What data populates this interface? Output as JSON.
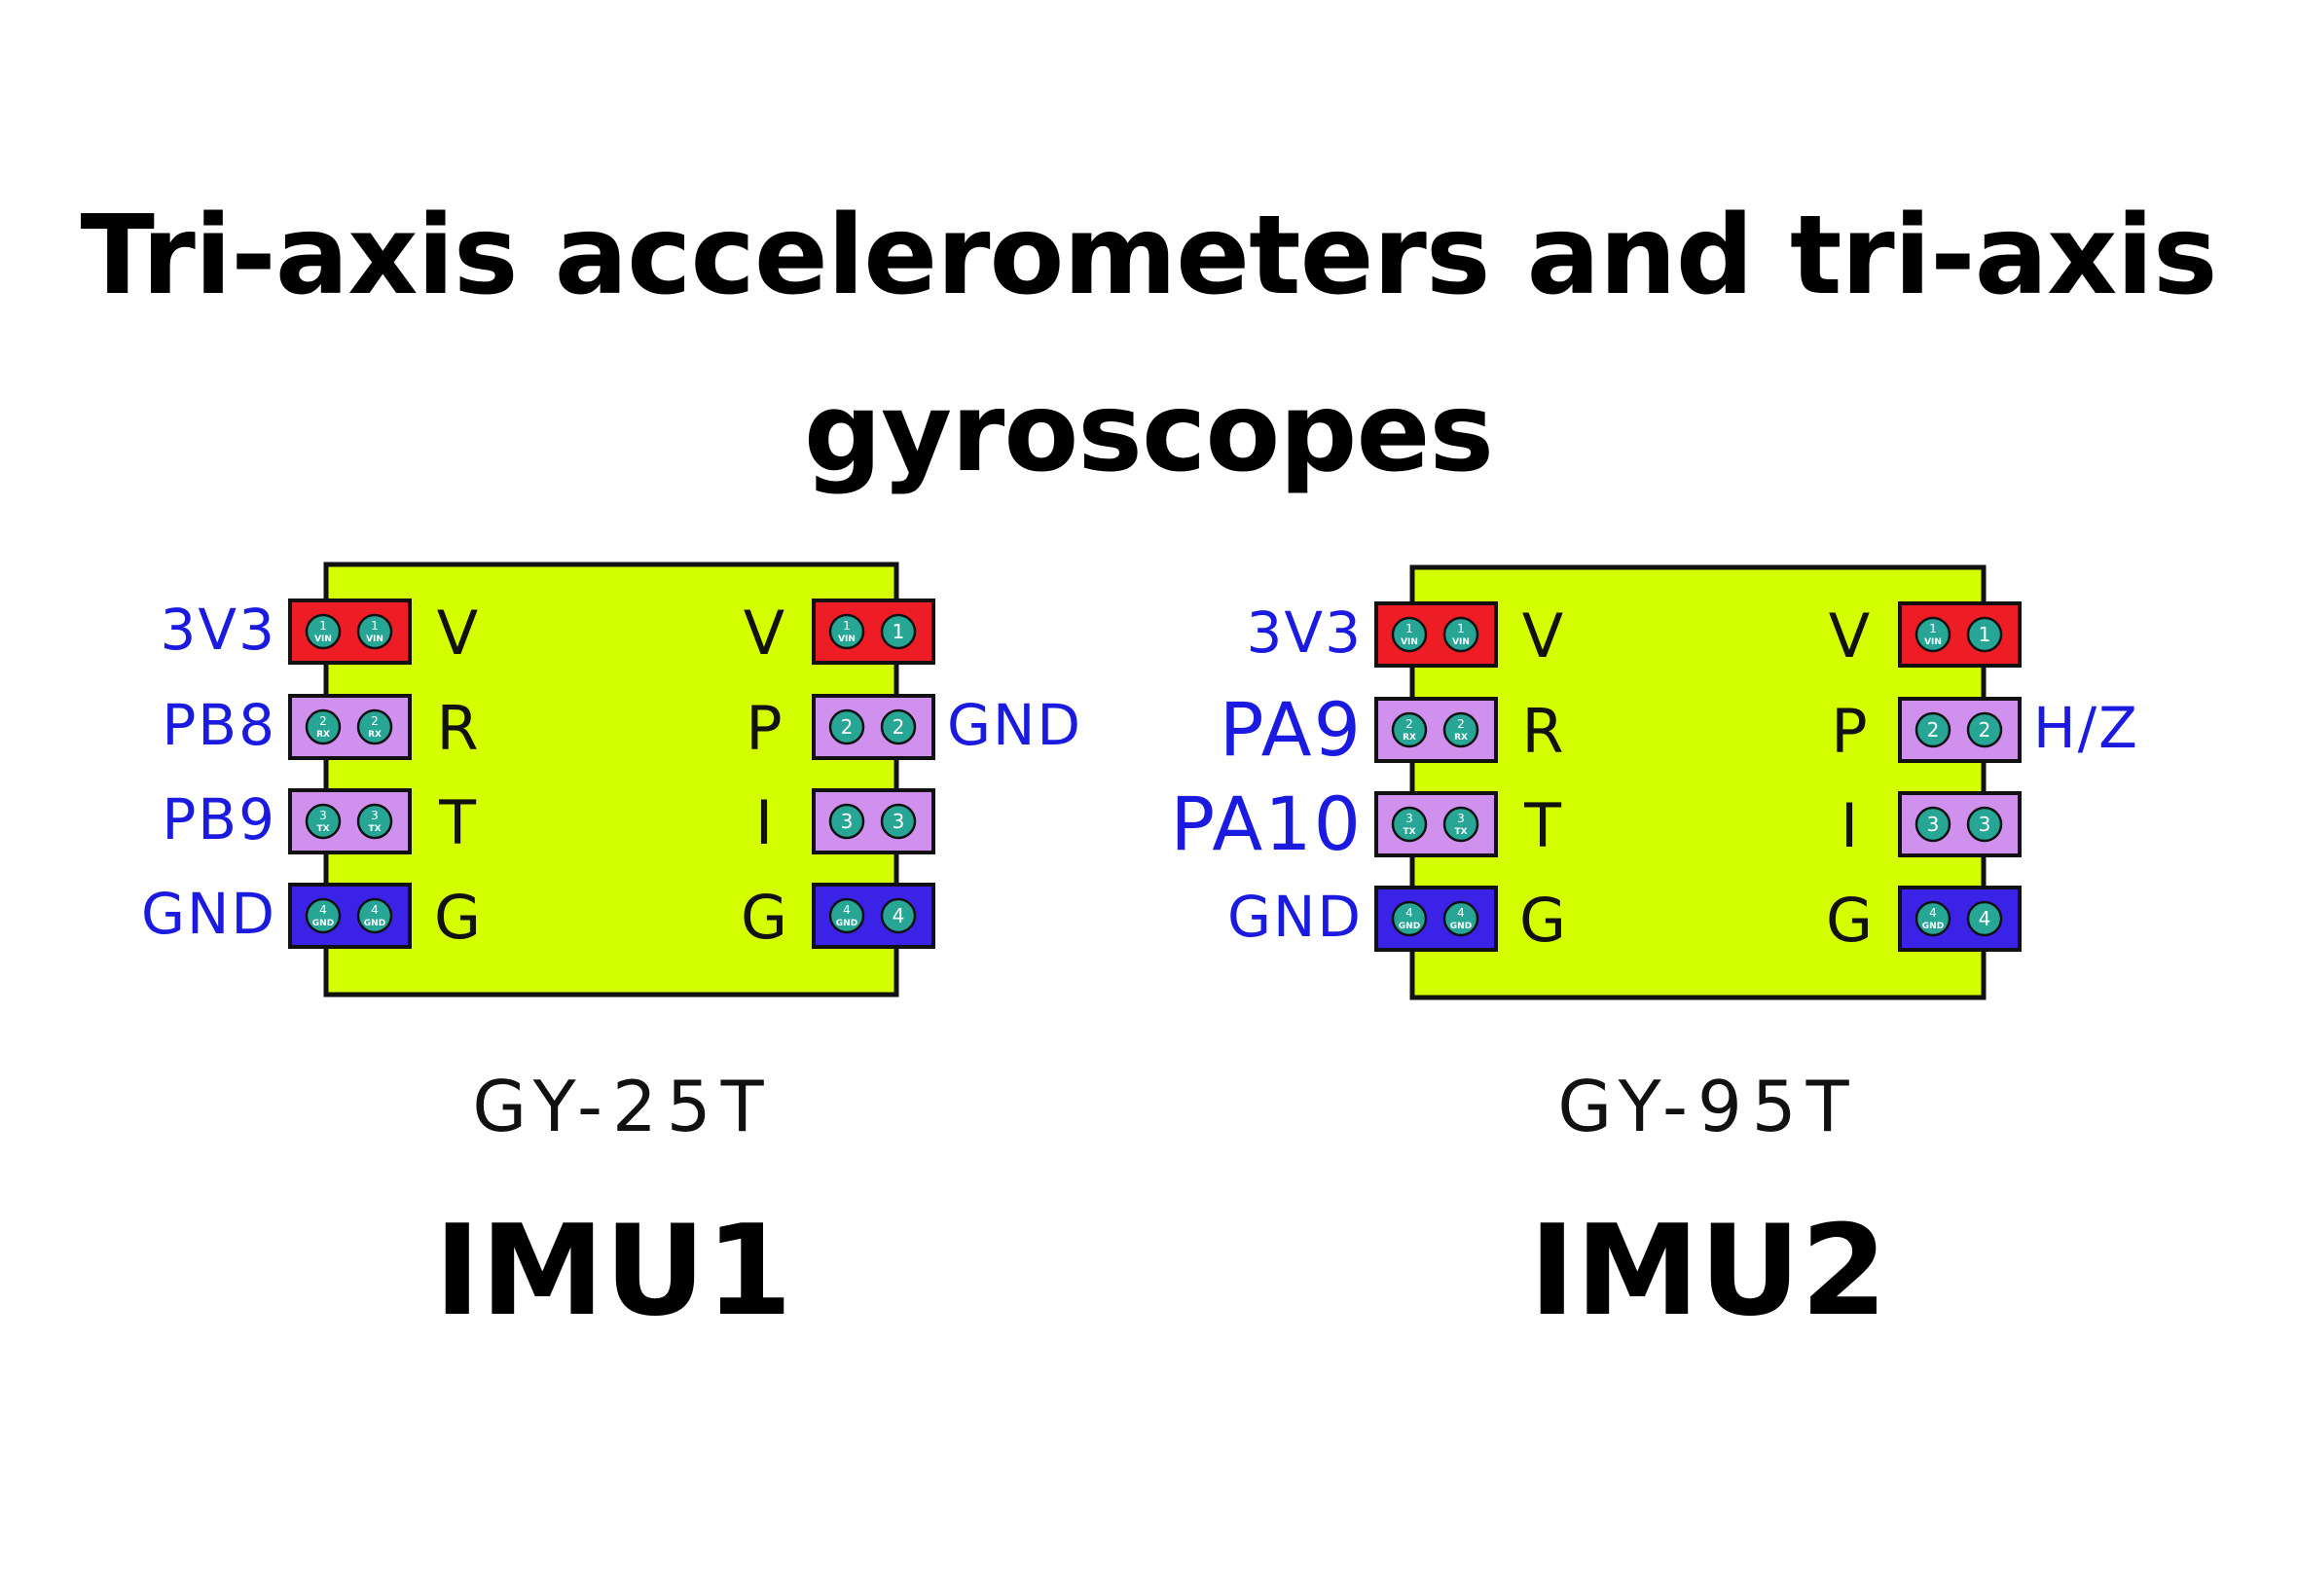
{
  "title": {
    "line1": "Tri-axis accelerometers and tri-axis",
    "line2": "gyroscopes"
  },
  "colors": {
    "board": "#d4ff00",
    "pin_red": "#ee1c24",
    "pin_purple": "#cf90ee",
    "pin_blue": "#3a22e6",
    "pad": "#27a696",
    "annotation": "#1a1ae0",
    "ink": "#111111"
  },
  "modules": [
    {
      "model": "GY-25T",
      "name": "IMU1",
      "left_pins": [
        {
          "letter": "V",
          "wire": "3V3",
          "color": "red",
          "pads": [
            {
              "num": "1",
              "sub": "VIN"
            },
            {
              "num": "1",
              "sub": "VIN"
            }
          ]
        },
        {
          "letter": "R",
          "wire": "PB8",
          "color": "purple",
          "pads": [
            {
              "num": "2",
              "sub": "RX"
            },
            {
              "num": "2",
              "sub": "RX"
            }
          ]
        },
        {
          "letter": "T",
          "wire": "PB9",
          "color": "purple",
          "pads": [
            {
              "num": "3",
              "sub": "TX"
            },
            {
              "num": "3",
              "sub": "TX"
            }
          ]
        },
        {
          "letter": "G",
          "wire": "GND",
          "color": "blue",
          "pads": [
            {
              "num": "4",
              "sub": "GND"
            },
            {
              "num": "4",
              "sub": "GND"
            }
          ]
        }
      ],
      "right_pins": [
        {
          "letter": "V",
          "wire": "",
          "color": "red",
          "pads": [
            {
              "num": "1",
              "sub": "VIN"
            },
            {
              "num": "1",
              "sub": ""
            }
          ]
        },
        {
          "letter": "P",
          "wire": "GND",
          "color": "purple",
          "pads": [
            {
              "num": "2",
              "sub": ""
            },
            {
              "num": "2",
              "sub": ""
            }
          ]
        },
        {
          "letter": "I",
          "wire": "",
          "color": "purple",
          "pads": [
            {
              "num": "3",
              "sub": ""
            },
            {
              "num": "3",
              "sub": ""
            }
          ]
        },
        {
          "letter": "G",
          "wire": "",
          "color": "blue",
          "pads": [
            {
              "num": "4",
              "sub": "GND"
            },
            {
              "num": "4",
              "sub": ""
            }
          ]
        }
      ]
    },
    {
      "model": "GY-95T",
      "name": "IMU2",
      "left_pins": [
        {
          "letter": "V",
          "wire": "3V3",
          "color": "red",
          "pads": [
            {
              "num": "1",
              "sub": "VIN"
            },
            {
              "num": "1",
              "sub": "VIN"
            }
          ]
        },
        {
          "letter": "R",
          "wire": "PA9",
          "color": "purple",
          "pads": [
            {
              "num": "2",
              "sub": "RX"
            },
            {
              "num": "2",
              "sub": "RX"
            }
          ]
        },
        {
          "letter": "T",
          "wire": "PA10",
          "color": "purple",
          "pads": [
            {
              "num": "3",
              "sub": "TX"
            },
            {
              "num": "3",
              "sub": "TX"
            }
          ]
        },
        {
          "letter": "G",
          "wire": "GND",
          "color": "blue",
          "pads": [
            {
              "num": "4",
              "sub": "GND"
            },
            {
              "num": "4",
              "sub": "GND"
            }
          ]
        }
      ],
      "right_pins": [
        {
          "letter": "V",
          "wire": "",
          "color": "red",
          "pads": [
            {
              "num": "1",
              "sub": "VIN"
            },
            {
              "num": "1",
              "sub": ""
            }
          ]
        },
        {
          "letter": "P",
          "wire": "H/Z",
          "color": "purple",
          "pads": [
            {
              "num": "2",
              "sub": ""
            },
            {
              "num": "2",
              "sub": ""
            }
          ]
        },
        {
          "letter": "I",
          "wire": "",
          "color": "purple",
          "pads": [
            {
              "num": "3",
              "sub": ""
            },
            {
              "num": "3",
              "sub": ""
            }
          ]
        },
        {
          "letter": "G",
          "wire": "",
          "color": "blue",
          "pads": [
            {
              "num": "4",
              "sub": "GND"
            },
            {
              "num": "4",
              "sub": ""
            }
          ]
        }
      ]
    }
  ]
}
